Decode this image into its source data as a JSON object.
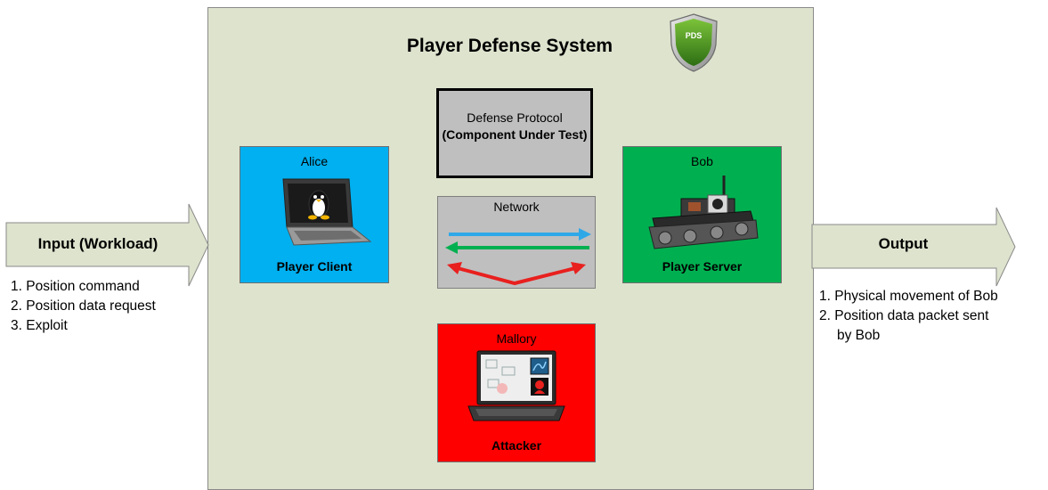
{
  "title": "Player Defense System",
  "badge": "PDS",
  "input": {
    "label": "Input (Workload)",
    "items": [
      "1. Position command",
      "2. Position data request",
      "3. Exploit"
    ]
  },
  "output": {
    "label": "Output",
    "items": [
      "1. Physical movement of Bob",
      "2. Position data packet sent",
      "by Bob"
    ]
  },
  "alice": {
    "name": "Alice",
    "role": "Player Client",
    "icon": "linux-laptop-icon"
  },
  "bob": {
    "name": "Bob",
    "role": "Player Server",
    "icon": "robot-icon"
  },
  "mallory": {
    "name": "Mallory",
    "role": "Attacker",
    "icon": "hacker-laptop-icon"
  },
  "defense": {
    "line1": "Defense Protocol",
    "line2": "(Component Under Test)"
  },
  "network": {
    "label": "Network"
  },
  "colors": {
    "system_bg": "#dde3cd",
    "alice": "#00b0f0",
    "bob": "#00b050",
    "mallory": "#ff0000",
    "component": "#bfbfbf",
    "arrow_fill": "#dde3cd",
    "net_blue": "#2fa8e8",
    "net_green": "#00b050",
    "net_red": "#e8201e"
  }
}
